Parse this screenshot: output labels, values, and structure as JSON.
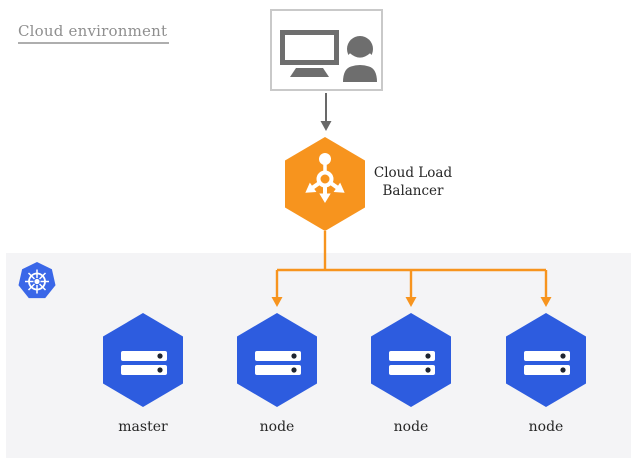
{
  "diagram": {
    "title": "Cloud environment",
    "load_balancer_label": "Cloud Load\nBalancer",
    "node_labels": [
      "master",
      "node",
      "node",
      "node"
    ]
  },
  "icons": {
    "client": "monitor-and-user-icon",
    "load_balancer": "load-balancer-icon",
    "cluster": "kubernetes-helm-icon",
    "node": "server-stack-icon",
    "connectors": [
      "down-arrow-gray",
      "down-arrow-orange-x3"
    ]
  },
  "colors": {
    "load_balancer_orange": "#f7941e",
    "node_blue": "#2d5cdf",
    "kubernetes_blue": "#3a67e8",
    "panel_gray": "#f4f4f6",
    "icon_gray": "#6e6e6e",
    "box_border_gray": "#c9c9c9",
    "title_gray": "#8f8f8f",
    "label_black": "#262626"
  }
}
